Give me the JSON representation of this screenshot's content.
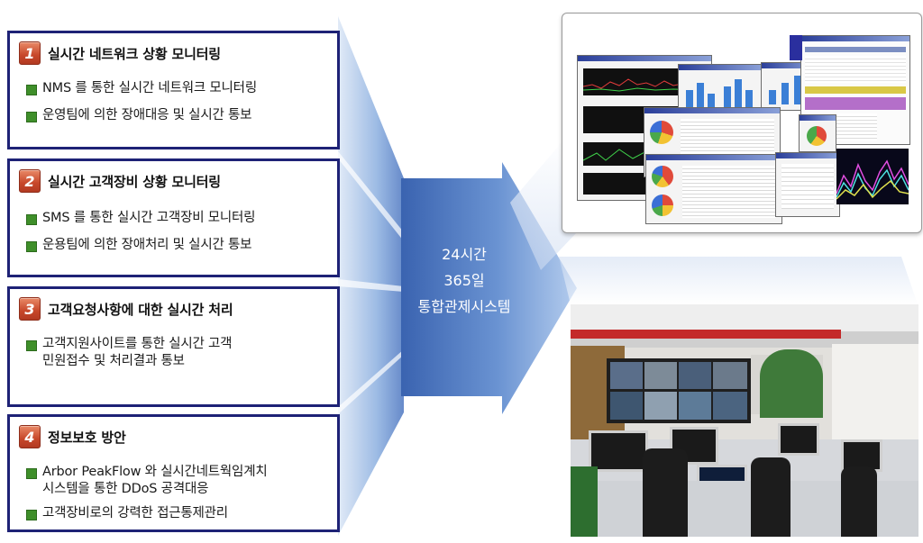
{
  "boxes": [
    {
      "num": "1",
      "title": "실시간 네트워크 상황 모니터링",
      "bullets": [
        "NMS 를 통한 실시간 네트워크 모니터링",
        "운영팀에 의한 장애대응 및 실시간 통보"
      ]
    },
    {
      "num": "2",
      "title": "실시간 고객장비 상황 모니터링",
      "bullets": [
        "SMS 를 통한 실시간 고객장비 모니터링",
        "운용팀에 의한 장애처리 및 실시간 통보"
      ]
    },
    {
      "num": "3",
      "title": "고객요청사항에 대한 실시간 처리",
      "bullets": [
        "고객지원사이트를 통한 실시간 고객\n민원접수 및 처리결과 통보"
      ]
    },
    {
      "num": "4",
      "title": "정보보호 방안",
      "bullets": [
        "Arbor PeakFlow 와 실시간네트웍임계치\n시스템을 통한 DDoS 공격대응",
        "고객장비로의 강력한 접근통제관리"
      ]
    }
  ],
  "center": {
    "line1": "24시간",
    "line2": "365일",
    "line3": "통합관제시스템"
  },
  "colors": {
    "box_border": "#1e2276",
    "number_badge": "#c7472a",
    "bullet_square": "#3f8f2a",
    "arrow_dark": "#2f5597",
    "arrow_light": "#a9c4e8"
  }
}
